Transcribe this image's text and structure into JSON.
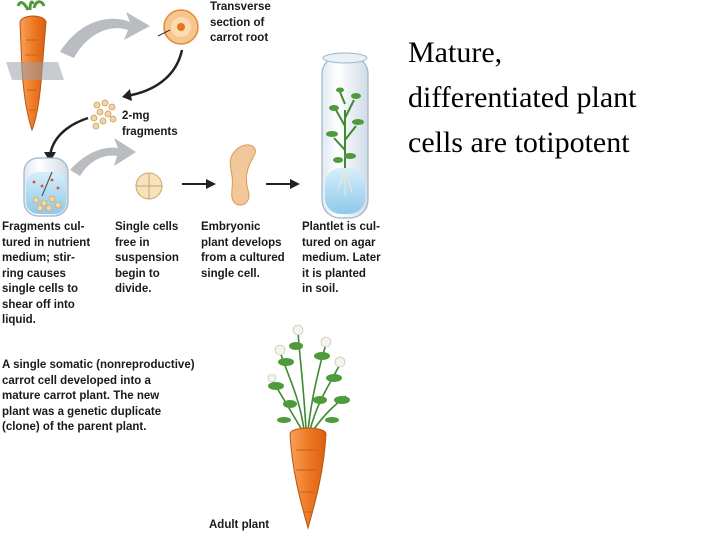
{
  "heading": {
    "lines": [
      "Mature,",
      "differentiated plant",
      "cells are totipotent"
    ]
  },
  "labels": {
    "transverse": [
      "Transverse",
      "section of",
      "carrot root"
    ],
    "fragments": [
      "2-mg",
      "fragments"
    ],
    "cultured": [
      "Fragments cul-",
      "tured in nutrient",
      "medium; stir-",
      "ring causes",
      "single cells to",
      "shear off into",
      "liquid."
    ],
    "single_cells": [
      "Single cells",
      "free in",
      "suspension",
      "begin to",
      "divide."
    ],
    "embryonic": [
      "Embryonic",
      "plant develops",
      "from a cultured",
      "single cell."
    ],
    "plantlet": [
      "Plantlet is cul-",
      "tured on agar",
      "medium. Later",
      "it is planted",
      "in soil."
    ],
    "somatic": [
      "A single somatic (nonreproductive)",
      "carrot cell developed into a",
      "mature carrot plant. The new",
      "plant was a genetic duplicate",
      "(clone) of the parent plant."
    ],
    "adult": [
      "Adult plant"
    ]
  },
  "colors": {
    "carrot": "#f07a2a",
    "carrot_light": "#f4a36a",
    "leaf": "#4f9a3a",
    "arrow_gray": "#b9bcc0",
    "arrow_black": "#222222",
    "liquid": "#bfe3f5",
    "cell": "#f3d9a8"
  }
}
